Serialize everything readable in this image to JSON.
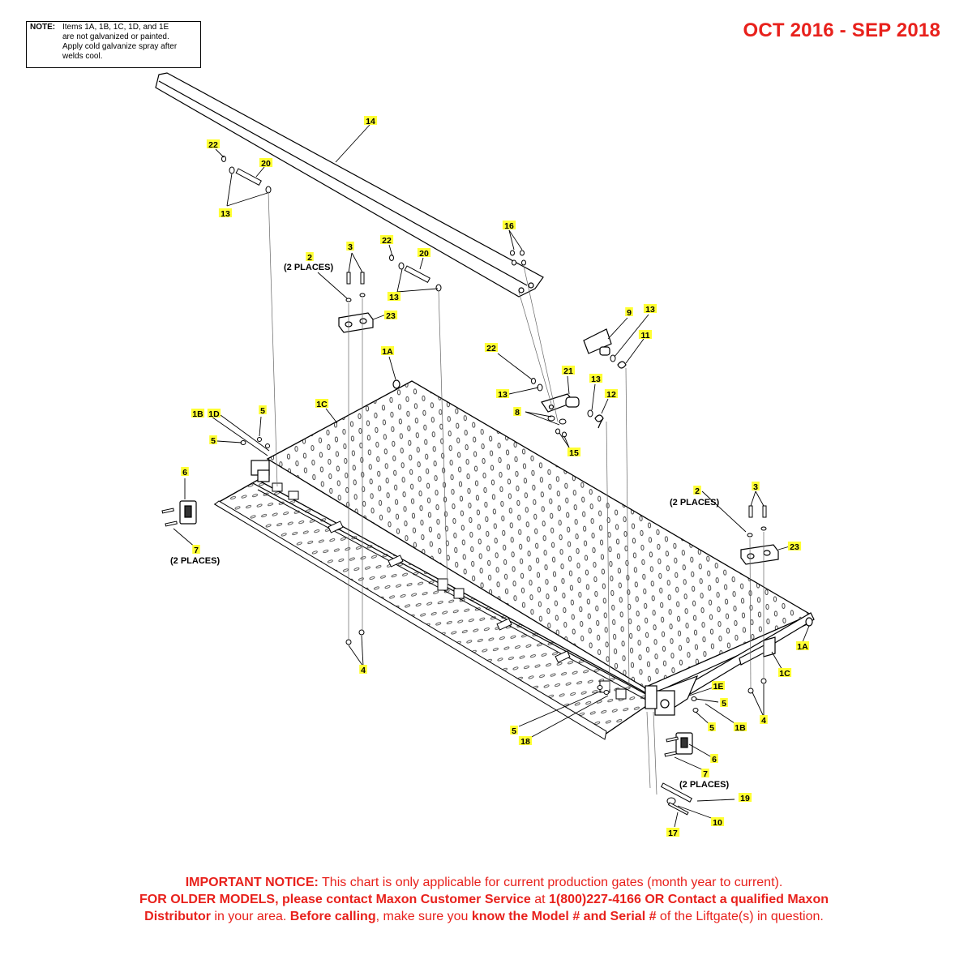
{
  "note": {
    "label": "NOTE:",
    "lines": [
      "Items 1A, 1B, 1C, 1D, and 1E",
      "are not galvanized or painted.",
      "Apply cold galvanize spray after",
      "welds cool."
    ]
  },
  "date_range": "OCT 2016 - SEP 2018",
  "callouts": [
    {
      "id": "c14",
      "text": "14"
    },
    {
      "id": "c22a",
      "text": "22"
    },
    {
      "id": "c20a",
      "text": "20"
    },
    {
      "id": "c13a",
      "text": "13"
    },
    {
      "id": "c16",
      "text": "16"
    },
    {
      "id": "c2a",
      "text": "2"
    },
    {
      "id": "c3a",
      "text": "3"
    },
    {
      "id": "c22b",
      "text": "22"
    },
    {
      "id": "c20b",
      "text": "20"
    },
    {
      "id": "c13b",
      "text": "13"
    },
    {
      "id": "c23a",
      "text": "23"
    },
    {
      "id": "c9",
      "text": "9"
    },
    {
      "id": "c13c",
      "text": "13"
    },
    {
      "id": "c11",
      "text": "11"
    },
    {
      "id": "c1Aa",
      "text": "1A"
    },
    {
      "id": "c22c",
      "text": "22"
    },
    {
      "id": "c21",
      "text": "21"
    },
    {
      "id": "c13d",
      "text": "13"
    },
    {
      "id": "c13e",
      "text": "13"
    },
    {
      "id": "c12",
      "text": "12"
    },
    {
      "id": "c8",
      "text": "8"
    },
    {
      "id": "c15",
      "text": "15"
    },
    {
      "id": "c1B",
      "text": "1B"
    },
    {
      "id": "c1D",
      "text": "1D"
    },
    {
      "id": "c5a",
      "text": "5"
    },
    {
      "id": "c1Ca",
      "text": "1C"
    },
    {
      "id": "c5b",
      "text": "5"
    },
    {
      "id": "c6a",
      "text": "6"
    },
    {
      "id": "c7a",
      "text": "7"
    },
    {
      "id": "c2b",
      "text": "2"
    },
    {
      "id": "c3b",
      "text": "3"
    },
    {
      "id": "c23b",
      "text": "23"
    },
    {
      "id": "c1Ab",
      "text": "1A"
    },
    {
      "id": "c1Cb",
      "text": "1C"
    },
    {
      "id": "c4a",
      "text": "4"
    },
    {
      "id": "c1E",
      "text": "1E"
    },
    {
      "id": "c5c",
      "text": "5"
    },
    {
      "id": "c5d",
      "text": "5"
    },
    {
      "id": "c1Bb",
      "text": "1B"
    },
    {
      "id": "c4b",
      "text": "4"
    },
    {
      "id": "c5e",
      "text": "5"
    },
    {
      "id": "c18",
      "text": "18"
    },
    {
      "id": "c6b",
      "text": "6"
    },
    {
      "id": "c7b",
      "text": "7"
    },
    {
      "id": "c19",
      "text": "19"
    },
    {
      "id": "c10",
      "text": "10"
    },
    {
      "id": "c17",
      "text": "17"
    }
  ],
  "places_labels": {
    "p2a": "(2 PLACES)",
    "p2b": "(2 PLACES)",
    "p7a": "(2 PLACES)",
    "p7b": "(2 PLACES)"
  },
  "notice": {
    "l1_bold": "IMPORTANT NOTICE:",
    "l1_rest": " This chart is only applicable for current production gates (month year to current).",
    "l2_bold_a": "FOR OLDER MODELS, please contact Maxon Customer Service",
    "l2_mid": " at ",
    "l2_bold_b": "1(800)227-4166 OR Contact a qualified Maxon",
    "l3_bold_a": "Distributor",
    "l3_mid_a": " in your area. ",
    "l3_bold_b": "Before calling",
    "l3_mid_b": ", make sure you ",
    "l3_bold_c": "know the Model # and Serial #",
    "l3_rest": " of the Liftgate(s) in question."
  },
  "colors": {
    "accent_red": "#e8211c",
    "callout_fill": "#ffff33"
  }
}
